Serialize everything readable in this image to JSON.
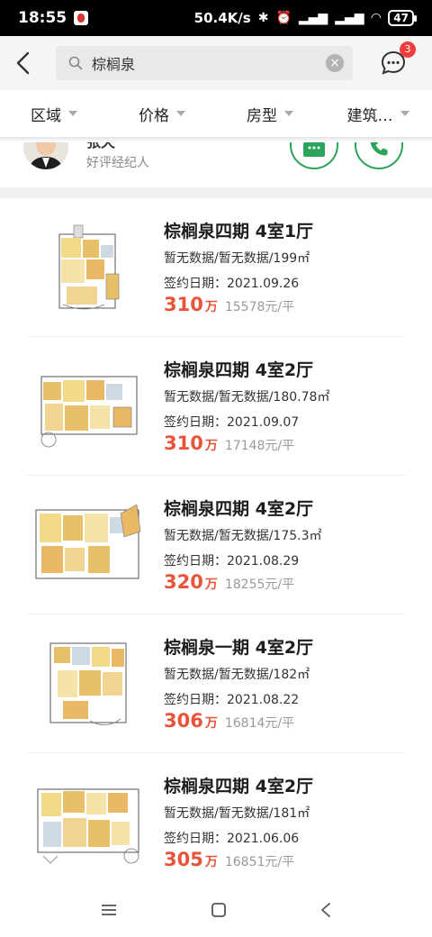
{
  "status_bar": {
    "time": "18:55",
    "speed": "50.4K/s",
    "battery": "47"
  },
  "header": {
    "search_value": "棕榈泉",
    "badge_count": "3"
  },
  "filters": [
    {
      "label": "区域"
    },
    {
      "label": "价格"
    },
    {
      "label": "房型"
    },
    {
      "label": "建筑…"
    }
  ],
  "agent": {
    "name": "张天",
    "subtitle": "好评经纪人"
  },
  "listings": [
    {
      "title": "棕榈泉四期 4室1厅",
      "meta": "暂无数据/暂无数据/199㎡",
      "date": "签约日期：2021.09.26",
      "price": "310",
      "price_unit": "万",
      "unit_price": "15578元/平"
    },
    {
      "title": "棕榈泉四期 4室2厅",
      "meta": "暂无数据/暂无数据/180.78㎡",
      "date": "签约日期：2021.09.07",
      "price": "310",
      "price_unit": "万",
      "unit_price": "17148元/平"
    },
    {
      "title": "棕榈泉四期 4室2厅",
      "meta": "暂无数据/暂无数据/175.3㎡",
      "date": "签约日期：2021.08.29",
      "price": "320",
      "price_unit": "万",
      "unit_price": "18255元/平"
    },
    {
      "title": "棕榈泉一期 4室2厅",
      "meta": "暂无数据/暂无数据/182㎡",
      "date": "签约日期：2021.08.22",
      "price": "306",
      "price_unit": "万",
      "unit_price": "16814元/平"
    },
    {
      "title": "棕榈泉四期 4室2厅",
      "meta": "暂无数据/暂无数据/181㎡",
      "date": "签约日期：2021.06.06",
      "price": "305",
      "price_unit": "万",
      "unit_price": "16851元/平"
    }
  ],
  "colors": {
    "accent_price": "#e8543a",
    "contact_green": "#2aa55a",
    "badge_red": "#ee3d3d"
  }
}
